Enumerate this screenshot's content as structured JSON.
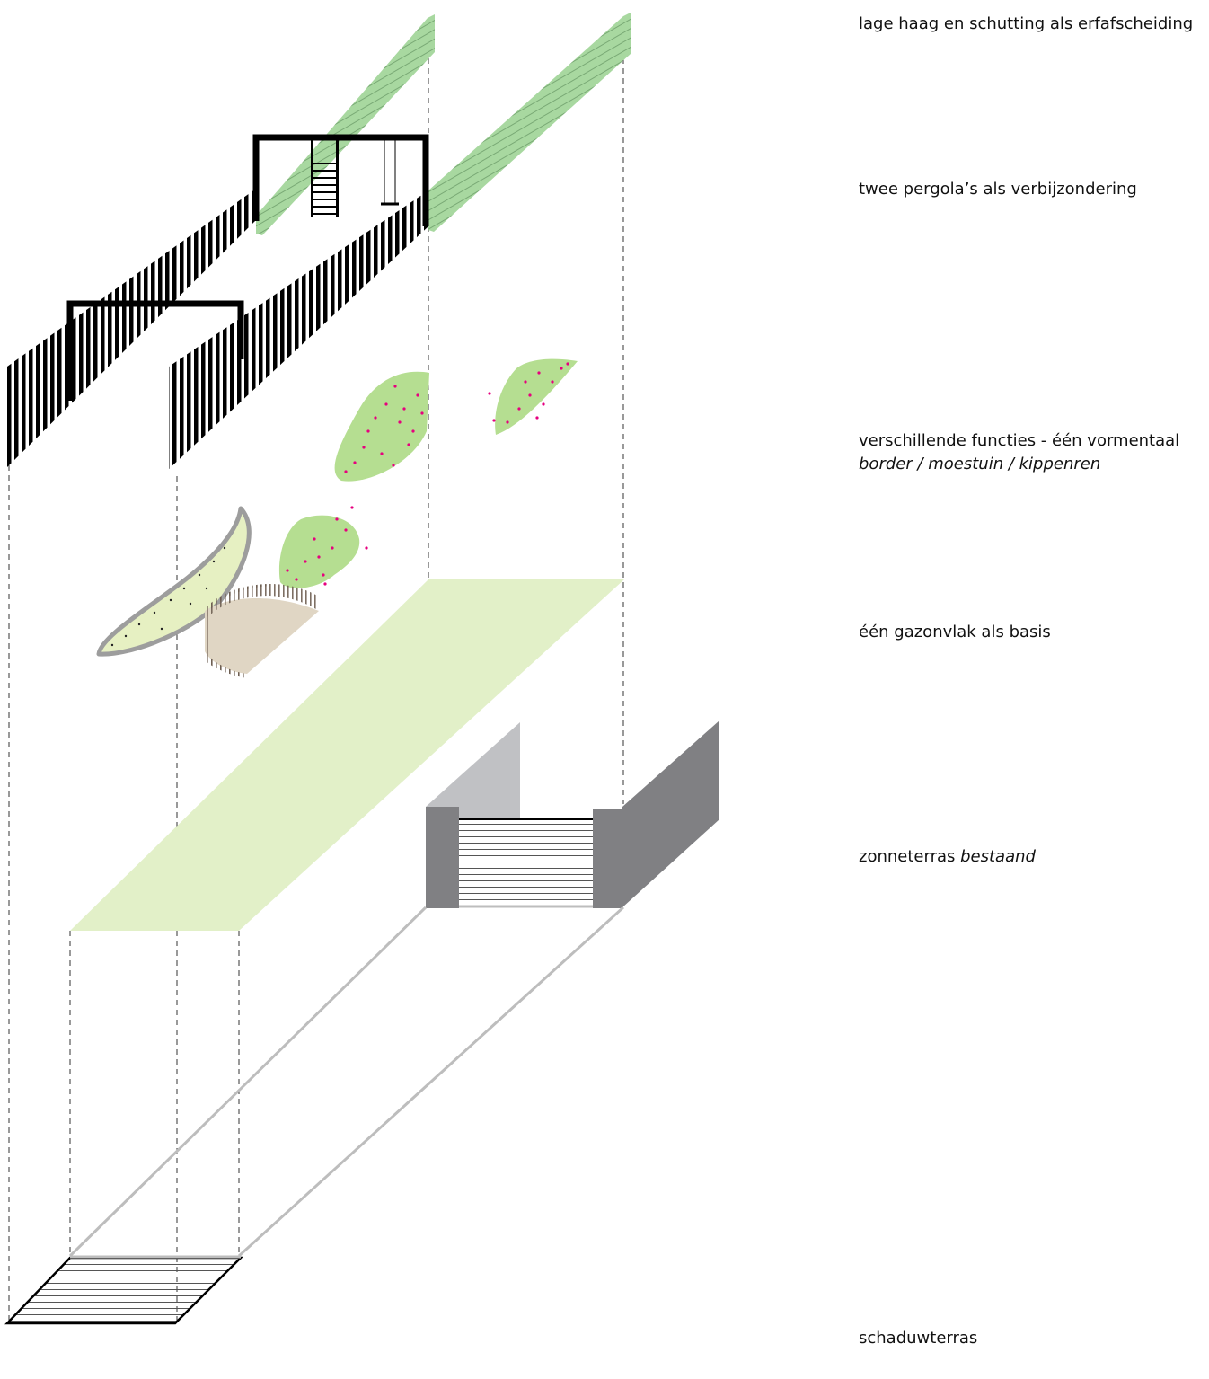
{
  "labels": {
    "hedge": "lage haag en schutting als erfafscheiding",
    "pergolas": "twee pergola’s als verbijzondering",
    "functions_title": "verschillende functies - één vormentaal",
    "functions_sub": "border / moestuin / kippenren",
    "lawn": "één gazonvlak als basis",
    "sun_terrace": "zonneterras",
    "sun_terrace_note": "bestaand",
    "shade_terrace": "schaduwterras"
  },
  "colors": {
    "hedge_green": "#a8d8a0",
    "lawn_green": "#e2f0c8",
    "planting_green": "#b5de91",
    "flower_magenta": "#e6007e",
    "border_fill": "#e6f0c2",
    "coop_floor": "#e0d6c4",
    "wall_dark": "#808083",
    "wall_light": "#c0c1c4",
    "outline_gray": "#bdbdbd"
  }
}
